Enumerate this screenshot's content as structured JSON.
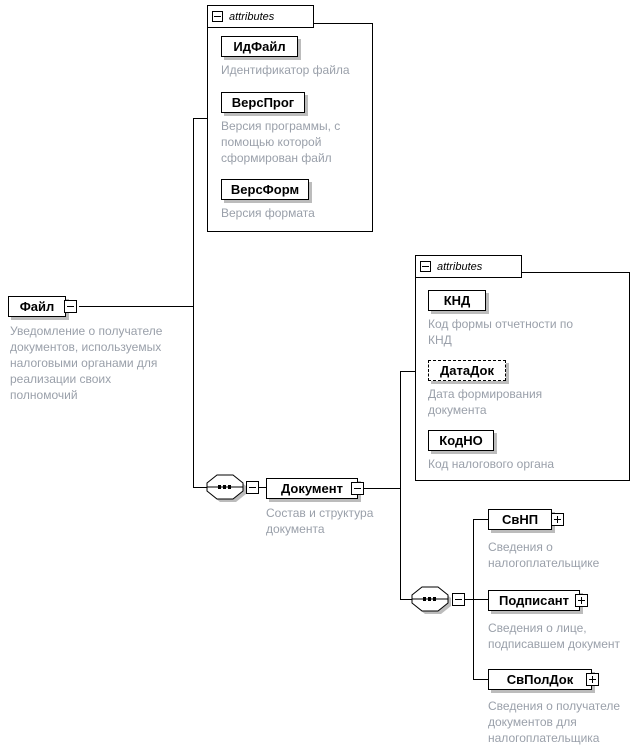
{
  "file": {
    "label": "Файл",
    "annotation": "Уведомление о получателе документов, используемых налоговыми органами для реализации своих полномочий"
  },
  "file_attributes": {
    "header": "attributes",
    "items": [
      {
        "name": "ИдФайл",
        "annotation": "Идентификатор файла"
      },
      {
        "name": "ВерсПрог",
        "annotation": "Версия программы, с помощью которой сформирован файл"
      },
      {
        "name": "ВерсФорм",
        "annotation": "Версия формата"
      }
    ]
  },
  "document": {
    "label": "Документ",
    "annotation": "Состав и структура документа"
  },
  "document_attributes": {
    "header": "attributes",
    "items": [
      {
        "name": "КНД",
        "annotation": "Код формы отчетности по КНД",
        "optional": false
      },
      {
        "name": "ДатаДок",
        "annotation": "Дата формирования документа",
        "optional": true
      },
      {
        "name": "КодНО",
        "annotation": "Код налогового органа",
        "optional": false
      }
    ]
  },
  "document_children": [
    {
      "name": "СвНП",
      "annotation": "Сведения о налогоплательщике"
    },
    {
      "name": "Подписант",
      "annotation": "Сведения о лице, подписавшем документ"
    },
    {
      "name": "СвПолДок",
      "annotation": "Сведения о получателе документов для налогоплательщика"
    }
  ]
}
